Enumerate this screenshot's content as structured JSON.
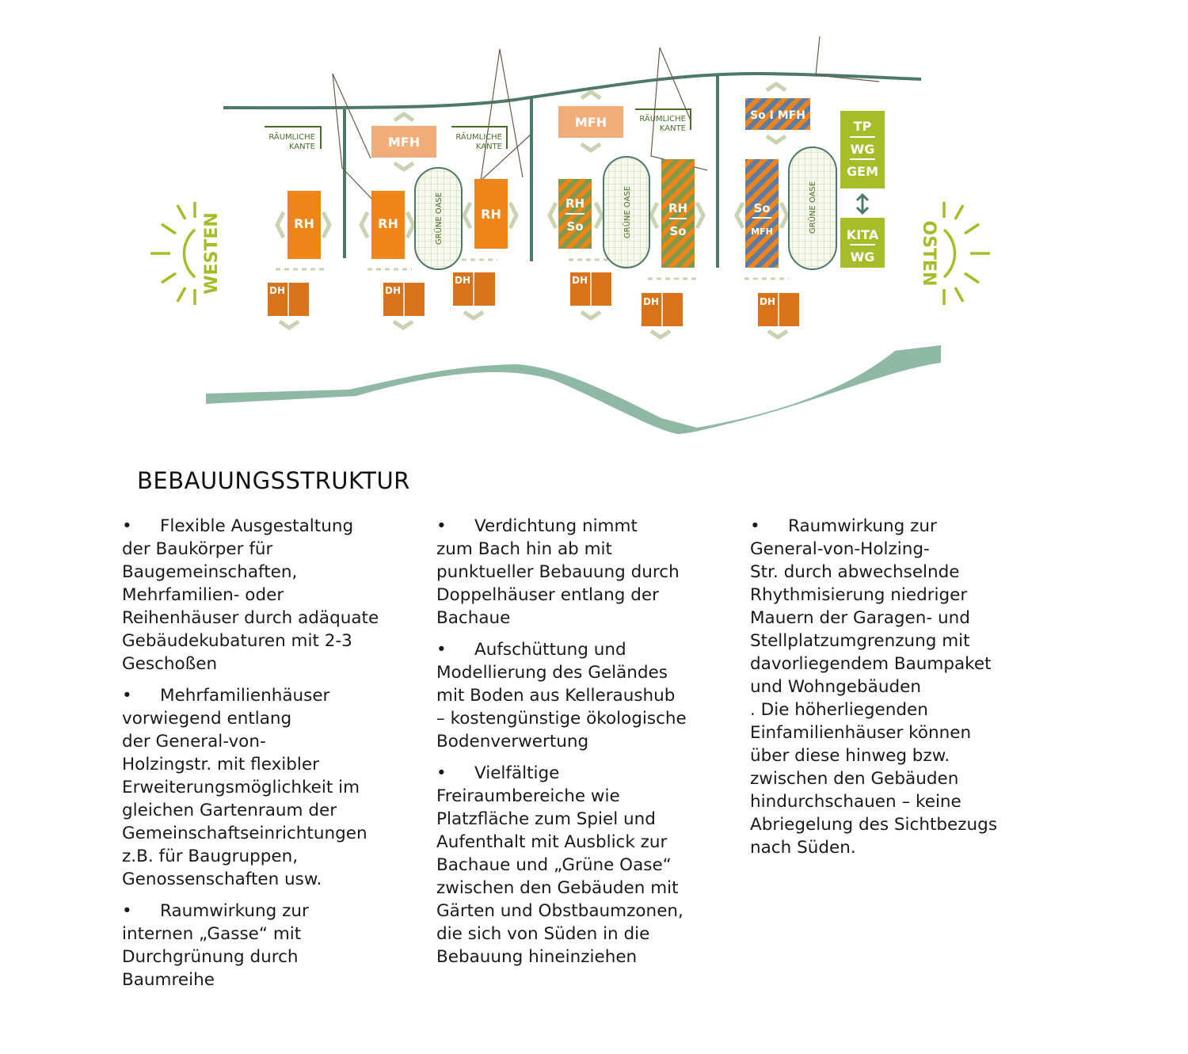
{
  "diagram": {
    "compass": {
      "west": "WESTEN",
      "east": "OSTEN"
    },
    "edge_label_lines": [
      "RÄUMLICHE",
      "KANTE"
    ],
    "oasis_label": "GRÜNE OASE",
    "buildings": {
      "rh": "RH",
      "mfh": "MFH",
      "dh": "DH",
      "rh_over": "RH",
      "so_under": "So",
      "so": "So",
      "so_mfh": "So I MFH",
      "mfh_small": "MFH",
      "tp": "TP",
      "wg": "WG",
      "gem": "GEM",
      "kita": "KITA"
    },
    "colors": {
      "street": "#4d7a68",
      "stream": "#8fb8a5",
      "rh": "#ef8418",
      "mfh": "#f2ae7a",
      "dh": "#d8731c",
      "chevron": "#c9d3b2",
      "sun": "#a6bc28",
      "green_block": "#a6bc28",
      "stripe_green": "#7e9a4a",
      "stripe_blue": "#5b7ca8",
      "stripe_orange": "#ef8418",
      "oasis_grid": "#c8d7a8",
      "edge_label": "#4a6e2a"
    }
  },
  "text": {
    "title": "BEBAUUNGSSTRUKTUR",
    "bullet_char": "•",
    "columns": [
      [
        "Flexible Ausgestaltung\nder Baukörper für\nBaugemeinschaften,\nMehrfamilien- oder\nReihenhäuser durch adäquate\nGebäudekubaturen mit 2-3\nGeschoßen",
        "Mehrfamilienhäuser\nvorwiegend entlang\nder General-von-\nHolzingstr. mit flexibler\nErweiterungsmöglichkeit im\ngleichen Gartenraum der\nGemeinschaftseinrichtungen\nz.B. für Baugruppen,\nGenossenschaften usw.",
        "Raumwirkung zur\ninternen „Gasse“ mit\nDurchgrünung durch\nBaumreihe"
      ],
      [
        "Verdichtung nimmt\nzum Bach hin ab mit\npunktueller Bebauung durch\nDoppelhäuser entlang der\nBachaue",
        "Aufschüttung und\nModellierung des Geländes\nmit Boden aus Kelleraushub\n– kostengünstige ökologische\nBodenverwertung",
        "Vielfältige\nFreiraumbereiche  wie\nPlatzfläche zum Spiel und\nAufenthalt mit Ausblick zur\nBachaue und „Grüne Oase“\nzwischen den Gebäuden mit\nGärten und Obstbaumzonen,\ndie sich von Süden in die\nBebauung hineinziehen"
      ],
      [
        "Raumwirkung zur\nGeneral-von-Holzing-\nStr. durch abwechselnde\nRhythmisierung  niedriger\nMauern der Garagen- und\nStellplatzumgrenzung mit\ndavorliegendem Baumpaket\nund Wohngebäuden\n. Die höherliegenden\nEinfamilienhäuser können\nüber diese hinweg bzw.\nzwischen den Gebäuden\nhindurchschauen – keine\nAbriegelung des Sichtbezugs\nnach Süden."
      ]
    ]
  }
}
